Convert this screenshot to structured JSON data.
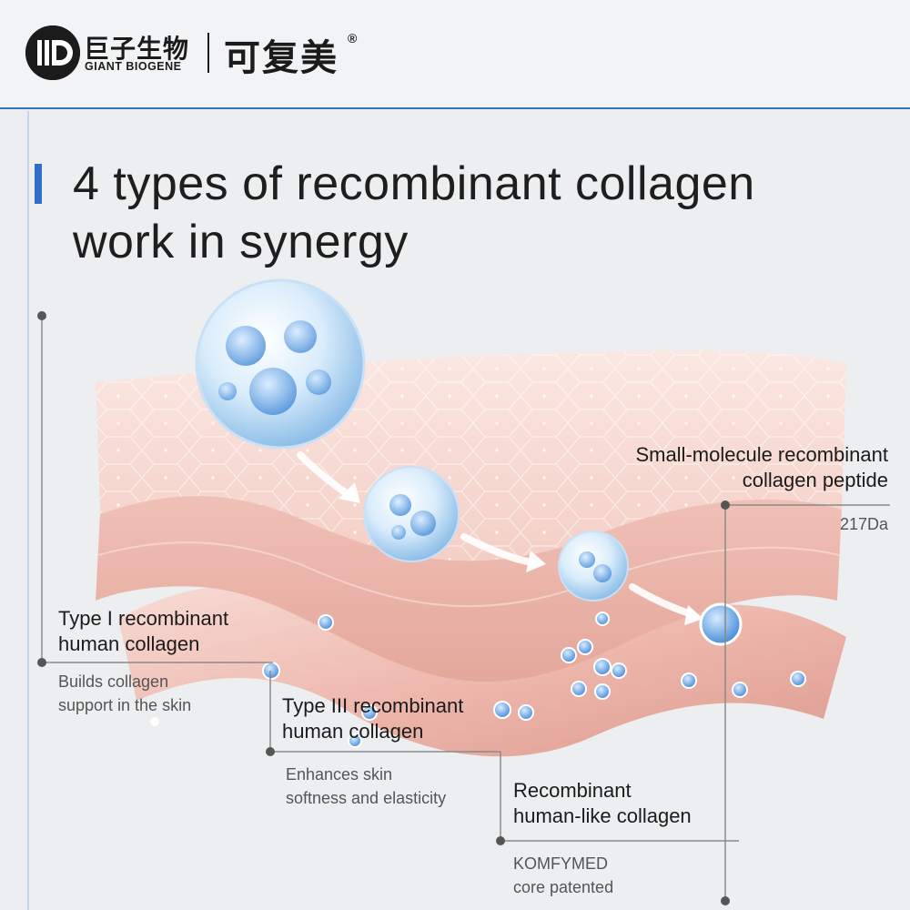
{
  "brand": {
    "name_cn": "巨子生物",
    "name_en": "GIANT BIOGENE",
    "product_cn": "可复美",
    "registered_mark": "®"
  },
  "title": {
    "line1": "4 types of recombinant collagen",
    "line2": "work in synergy"
  },
  "callouts": [
    {
      "title_line1": "Small-molecule recombinant",
      "title_line2": "collagen peptide",
      "detail_line1": "217Da",
      "detail_line2": ""
    },
    {
      "title_line1": "Type I recombinant",
      "title_line2": "human collagen",
      "detail_line1": "Builds collagen",
      "detail_line2": "support in the skin"
    },
    {
      "title_line1": "Type III recombinant",
      "title_line2": "human collagen",
      "detail_line1": "Enhances skin",
      "detail_line2": "softness and elasticity"
    },
    {
      "title_line1": "Recombinant",
      "title_line2": "human-like collagen",
      "detail_line1": "KOMFYMED",
      "detail_line2": "core patented"
    }
  ],
  "colors": {
    "accent": "#2f6fc9",
    "skin_top": "#f6d9d2",
    "skin_side": "#eab2a8",
    "molecule": "#7fb3e8"
  }
}
